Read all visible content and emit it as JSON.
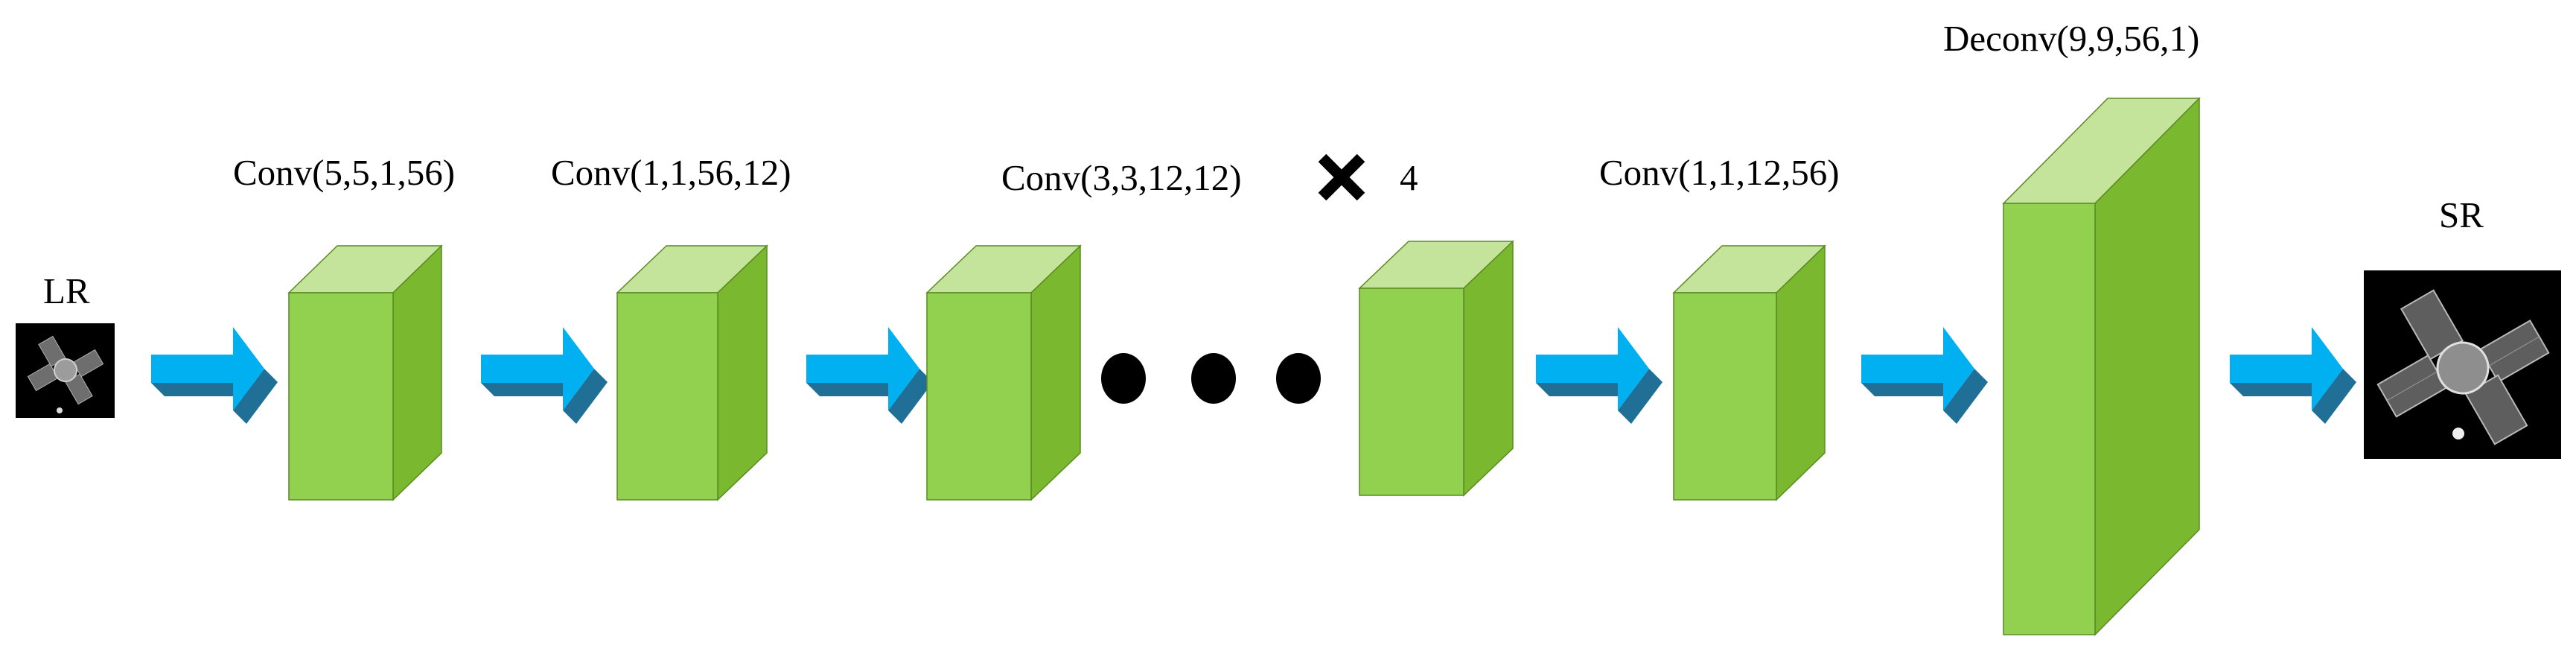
{
  "input_label": "LR",
  "output_label": "SR",
  "layers": [
    {
      "label": "Conv(5,5,1,56)"
    },
    {
      "label": "Conv(1,1,56,12)"
    },
    {
      "label": "Conv(3,3,12,12)"
    },
    {
      "label": ""
    },
    {
      "label": "Conv(1,1,12,56)"
    },
    {
      "label": "Deconv(9,9,56,1)"
    }
  ],
  "repeat_count": "4",
  "colors": {
    "box_front": "#92d050",
    "box_top": "#c5e49b",
    "box_side": "#7ab830",
    "arrow_main": "#00b0f0",
    "arrow_dark": "#1f6f96"
  }
}
